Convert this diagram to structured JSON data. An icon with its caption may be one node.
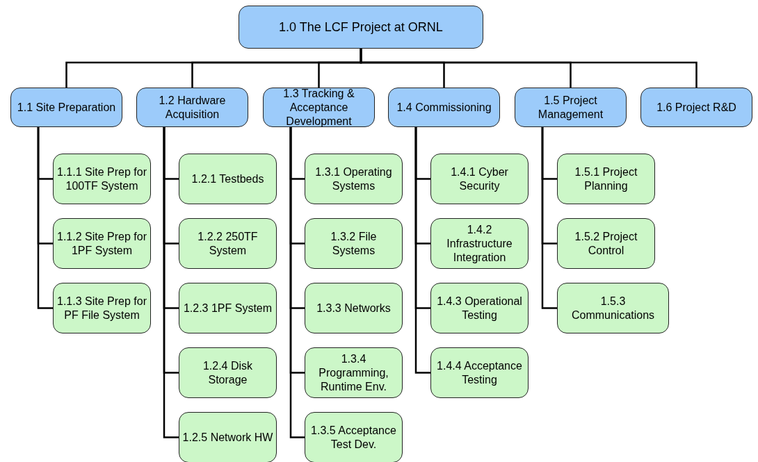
{
  "diagram": {
    "nodes": [
      {
        "text": [
          "1.0 The LCF Project at ORNL"
        ]
      },
      {
        "text": [
          "1.1 Site Preparation"
        ]
      },
      {
        "text": [
          "1.2 Hardware Acquisition"
        ]
      },
      {
        "text": [
          "1.3 Tracking & Acceptance Development"
        ]
      },
      {
        "text": [
          "1.4 Commissioning"
        ]
      },
      {
        "text": [
          "1.5 Project Management"
        ]
      },
      {
        "text": [
          "1.6 Project R&D"
        ]
      },
      {
        "text": [
          "1.1.1 Site Prep for 100TF System"
        ]
      },
      {
        "text": [
          "1.1.2 Site Prep for 1PF System"
        ]
      },
      {
        "text": [
          "1.1.3 Site Prep for PF File System"
        ]
      },
      {
        "text": [
          "1.2.1 Testbeds"
        ]
      },
      {
        "text": [
          "1.2.2 250TF System"
        ]
      },
      {
        "text": [
          "1.2.3 1PF System"
        ]
      },
      {
        "text": [
          "1.2.4 Disk Storage"
        ]
      },
      {
        "text": [
          "1.2.5 Network HW"
        ]
      },
      {
        "text": [
          "1.3.1 Operating Systems"
        ]
      },
      {
        "text": [
          "1.3.2 File Systems"
        ]
      },
      {
        "text": [
          "1.3.3 Networks"
        ]
      },
      {
        "text": [
          "1.3.4 Programming, Runtime Env."
        ]
      },
      {
        "text": [
          "1.3.5 Acceptance Test Dev."
        ]
      },
      {
        "text": [
          "1.4.1 Cyber Security"
        ]
      },
      {
        "text": [
          "1.4.2 Infrastructure Integration"
        ]
      },
      {
        "text": [
          "1.4.3 Operational Testing"
        ]
      },
      {
        "text": [
          "1.4.4 Acceptance Testing"
        ]
      },
      {
        "text": [
          "1.5.1 Project Planning"
        ]
      },
      {
        "text": [
          "1.5.2 Project Control"
        ]
      },
      {
        "text": [
          "1.5.3 Communications"
        ]
      }
    ],
    "edges": [
      {
        "from": 0,
        "to": 1,
        "arrow": "none"
      },
      {
        "from": 0,
        "to": 2,
        "arrow": "none"
      },
      {
        "from": 0,
        "to": 3,
        "arrow": "none"
      },
      {
        "from": 0,
        "to": 4,
        "arrow": "none"
      },
      {
        "from": 0,
        "to": 5,
        "arrow": "none"
      },
      {
        "from": 0,
        "to": 6,
        "arrow": "none"
      },
      {
        "from": 1,
        "to": 7,
        "arrow": "none"
      },
      {
        "from": 1,
        "to": 8,
        "arrow": "none"
      },
      {
        "from": 1,
        "to": 9,
        "arrow": "none"
      },
      {
        "from": 2,
        "to": 10,
        "arrow": "none"
      },
      {
        "from": 2,
        "to": 11,
        "arrow": "none"
      },
      {
        "from": 2,
        "to": 12,
        "arrow": "none"
      },
      {
        "from": 2,
        "to": 13,
        "arrow": "none"
      },
      {
        "from": 2,
        "to": 14,
        "arrow": "none"
      },
      {
        "from": 3,
        "to": 15,
        "arrow": "none"
      },
      {
        "from": 3,
        "to": 16,
        "arrow": "none"
      },
      {
        "from": 3,
        "to": 17,
        "arrow": "none"
      },
      {
        "from": 3,
        "to": 18,
        "arrow": "none"
      },
      {
        "from": 3,
        "to": 19,
        "arrow": "none"
      },
      {
        "from": 4,
        "to": 20,
        "arrow": "none"
      },
      {
        "from": 4,
        "to": 21,
        "arrow": "none"
      },
      {
        "from": 4,
        "to": 22,
        "arrow": "none"
      },
      {
        "from": 4,
        "to": 23,
        "arrow": "none"
      },
      {
        "from": 5,
        "to": 24,
        "arrow": "none"
      },
      {
        "from": 5,
        "to": 25,
        "arrow": "none"
      },
      {
        "from": 5,
        "to": 26,
        "arrow": "none"
      }
    ]
  }
}
